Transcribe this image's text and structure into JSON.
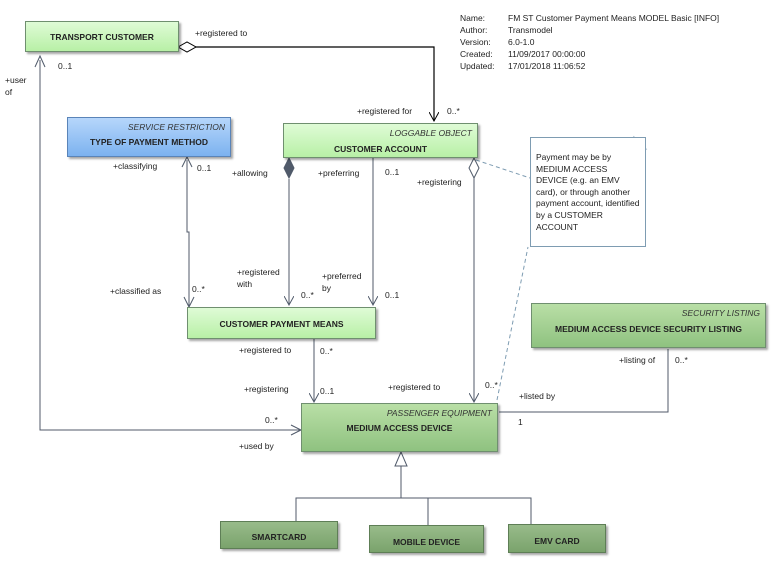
{
  "info": {
    "rows": [
      {
        "key": "Name:",
        "value": "FM ST Customer Payment Means MODEL Basic [INFO]"
      },
      {
        "key": "Author:",
        "value": "Transmodel"
      },
      {
        "key": "Version:",
        "value": "6.0-1.0"
      },
      {
        "key": "Created:",
        "value": "11/09/2017 00:00:00"
      },
      {
        "key": "Updated:",
        "value": "17/01/2018 11:06:52"
      }
    ]
  },
  "classes": {
    "transport_customer": {
      "title": "TRANSPORT CUSTOMER"
    },
    "type_of_payment_method": {
      "stereotype": "SERVICE RESTRICTION",
      "title": "TYPE OF PAYMENT METHOD"
    },
    "customer_account": {
      "stereotype": "LOGGABLE OBJECT",
      "title": "CUSTOMER ACCOUNT"
    },
    "customer_payment_means": {
      "title": "CUSTOMER PAYMENT MEANS"
    },
    "medium_access_device_security_listing": {
      "stereotype": "SECURITY LISTING",
      "title": "MEDIUM ACCESS DEVICE SECURITY LISTING"
    },
    "medium_access_device": {
      "stereotype": "PASSENGER EQUIPMENT",
      "title": "MEDIUM ACCESS DEVICE"
    },
    "smartcard": {
      "title": "SMARTCARD"
    },
    "mobile_device": {
      "title": "MOBILE DEVICE"
    },
    "emv_card": {
      "title": "EMV CARD"
    }
  },
  "note": {
    "text": "Payment may be by MEDIUM ACCESS DEVICE (e.g. an EMV card),  or through another payment account, identified by a CUSTOMER ACCOUNT"
  },
  "labels": {
    "registered_to_top": "+registered to",
    "mult_tc_0_1": "0..1",
    "user_of": "+user\nof",
    "registered_for": "+registered for",
    "mult_ca_0_star": "0..*",
    "classifying": "+classifying",
    "mult_tpm_0_1": "0..1",
    "allowing": "+allowing",
    "preferring": "+preferring",
    "mult_pref_0_1": "0..1",
    "registering_ca": "+registering",
    "registered_with": "+registered\nwith",
    "preferred_by": "+preferred\nby",
    "classified_as": "+classified as",
    "mult_cls_0_star": "0..*",
    "mult_rw_0_star": "0..*",
    "mult_pb_0_1": "0..1",
    "registered_to_cpm": "+registered to",
    "mult_cpm_0_star": "0..*",
    "registering_mad": "+registering",
    "mult_mad_0_1": "0..1",
    "registered_to_mad": "+registered to",
    "mult_mad_reg_0_star": "0..*",
    "listing_of": "+listing of",
    "mult_list_0_star": "0..*",
    "listed_by": "+listed by",
    "mult_listed_1": "1",
    "mult_used_0_star": "0..*",
    "used_by": "+used by"
  }
}
